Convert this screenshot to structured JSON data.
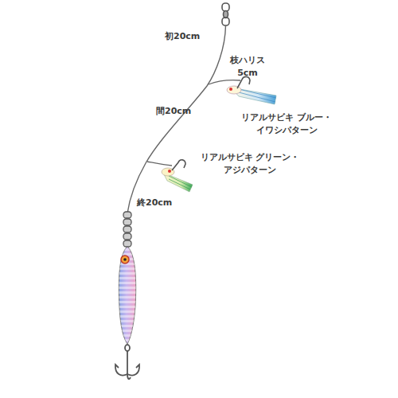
{
  "diagram": {
    "labels": [
      "初20cm",
      "枝ハリス 5cm",
      "リアルサビキ ブルー・イワシパターン",
      "間20cm",
      "リアルサビキ グリーン・アジパターン",
      "終20cm"
    ]
  }
}
